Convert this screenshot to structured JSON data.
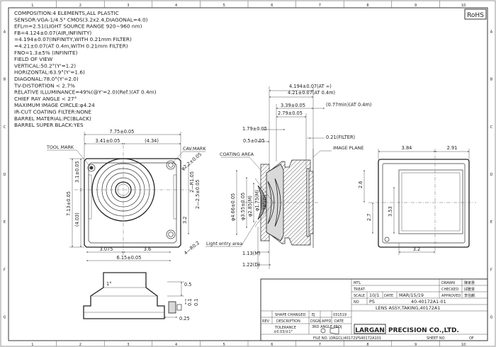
{
  "frame": {
    "top_ticks": [
      "1",
      "2",
      "3",
      "4",
      "5",
      "6",
      "7",
      "8",
      "9",
      "10"
    ],
    "bottom_ticks": [
      "1",
      "2",
      "3",
      "4",
      "5",
      "6",
      "7",
      "8",
      "9",
      "10"
    ],
    "side_letters": [
      "A",
      "B",
      "C",
      "D",
      "E",
      "F",
      "G"
    ],
    "rohs": "RoHS"
  },
  "specs": [
    "COMPOSITION:4 ELEMENTS,ALL PLASTIC",
    "SENSOR:VGA-1/4.5\" CMOS(3.2x2.4,DIAGONAL=4.0)",
    "EFLm=2.51(LIGHT SOURCE RANGE 920~960 nm)",
    "FB=4.124±0.07(AIR,INFINITY)",
    "   =4.194±0.07(INFINITY,WITH 0.21mm FILTER)",
    "   =4.21±0.07(AT 0.4m,WITH 0.21mm FILTER)",
    "FNO=1.3±5% (INFINITE)",
    "FIELD OF VIEW",
    "VERTICAL:50.2°(Y'=1.2)",
    "HORIZONTAL:63.9°(Y'=1.6)",
    "DIAGONAL:78.0°(Y'=2.0)",
    "TV-DISTORTION < 2.7%",
    "RELATIVE ILLUMINANCE=49%(@Y'=2.0)(Ref.)(AT 0.4m)",
    "CHIEF RAY ANGLE < 27°",
    "MAXIMUM IMAGE CIRCLE:φ4.24",
    "IR-CUT COATING FILTER:NONE",
    "BARREL MATERIAL:PC(BLACK)",
    "BARREL SUPER BLACK:YES"
  ],
  "front_view": {
    "width_total": "7.75±0.05",
    "width_left": "3.41±0.05",
    "width_right": "(4.34)",
    "tool_mark": "TOOL MARK",
    "cav_mark": "CAV.MARK",
    "hole_dia": "φ2.2±0.05",
    "height_total": "7.13±0.05",
    "height_upper": "3.1±0.05",
    "height_lower": "(4.03)",
    "hole_r": "2—R1.05",
    "slot_w": "2—2.5±0.05",
    "slot_h": "3.2",
    "bottom_left": "3.075",
    "bottom_right": "3.6",
    "bottom_total": "6.15±0.05",
    "corner_r": "4—R0.2"
  },
  "side_view": {
    "fb_inf": "4.194±0.07(AT ∞)",
    "fb_04": "4.21±0.07(AT 0.4m)",
    "d339": "3.39±0.05",
    "d077": "(0.77min)(AT 0.4m)",
    "d279": "2.79±0.05",
    "d179": "1.79±0.05",
    "filter": "0.21(FILTER)",
    "d05": "0.5±0.05",
    "image_plane": "IMAGE PLANE",
    "coating": "COATING AREA",
    "dia466": "φ4.66±0.05",
    "dia355": "φ3.55±0.05",
    "dia285": "φ2.85(M)",
    "dia175": "φ1.75(M)",
    "angle": "78°(D)",
    "light_entry": "Light entry area",
    "d113": "1.13(M)",
    "d122": "1.22(D)"
  },
  "back_view": {
    "w384": "3.84",
    "w291": "2.91",
    "h26": "2.6",
    "h27": "2.7",
    "h353": "3.53",
    "w32": "3.2"
  },
  "detail": {
    "angle": "1°",
    "d05": "0.5",
    "d01a": "0.1",
    "d01b": "0.1",
    "d025": "0.25"
  },
  "title_block": {
    "mtl_label": "MTL",
    "treat_label": "TREAT",
    "scale_label": "SCALE",
    "scale": "10/1",
    "date_label": "DATE",
    "date": "MAR/15/19",
    "no_label": "NO",
    "no": "PS",
    "part_no": "40-40172A1-01",
    "drawn": "DRAWN",
    "checked": "CHECKED",
    "approved": "APPROVED",
    "stamp1": "陳家惠",
    "stamp2": "邱雅雯",
    "stamp3": "李信麟",
    "rev": "REV",
    "change_rev": "SHAPE CHANGED",
    "change_by": "EJ",
    "change_date": "031519",
    "col_desc": "DESCRIPTION",
    "col_dsgn": "DSGN",
    "col_appd": "APPD",
    "col_date": "DATE",
    "tolerance": "TOLERANCE",
    "tol_val": "±0.03/±1°",
    "third_angle": "3RD ANGLE PROJ",
    "title": "LENS ASSY,TAKING,40172A1",
    "company_logo": "LARGAN",
    "company_tail": "PRECISION CO.,LTD.",
    "file_no": "FILE NO. \\DRGCL\\40172\\PS40172A101",
    "sheet_no": "SHEET NO",
    "of": "OF"
  }
}
